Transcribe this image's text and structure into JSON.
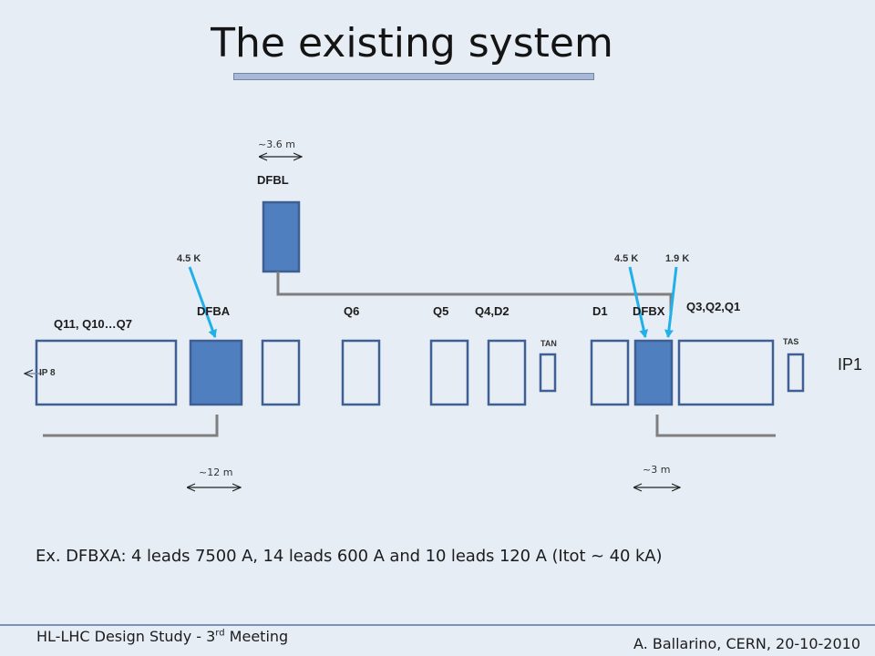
{
  "title": "The existing system",
  "labels": {
    "dfbl_length": "~3.6 m",
    "dfbl": "DFBL",
    "temp_dfba": "4.5 K",
    "temp_dfbx_1": "4.5 K",
    "temp_dfbx_2": "1.9 K",
    "dfba": "DFBA",
    "q6": "Q6",
    "q5": "Q5",
    "q4d2": "Q4,D2",
    "d1": "D1",
    "dfbx": "DFBX",
    "q3q2q1": "Q3,Q2,Q1",
    "q11q7": "Q11, Q10…Q7",
    "tan": "TAN",
    "tas": "TAS",
    "ip8": "IP 8",
    "ip1": "IP1",
    "dfba_length": "~12 m",
    "dfbx_length": "~3 m"
  },
  "note": "Ex. DFBXA: 4 leads 7500 A, 14 leads 600 A and 10 leads 120 A (Itot ~ 40 kA)",
  "footer": {
    "left_prefix": "HL-LHC Design Study - 3",
    "left_sup": "rd",
    "left_suffix": " Meeting",
    "right": "A. Ballarino, CERN, 20-10-2010"
  },
  "colors": {
    "background": "#e6edf5",
    "box_stroke": "#3d5f93",
    "dfb_fill": "#4f7fbf",
    "arrow": "#21b0e8",
    "line": "#7f7f7f",
    "title_underline": "#a9b9d3"
  }
}
